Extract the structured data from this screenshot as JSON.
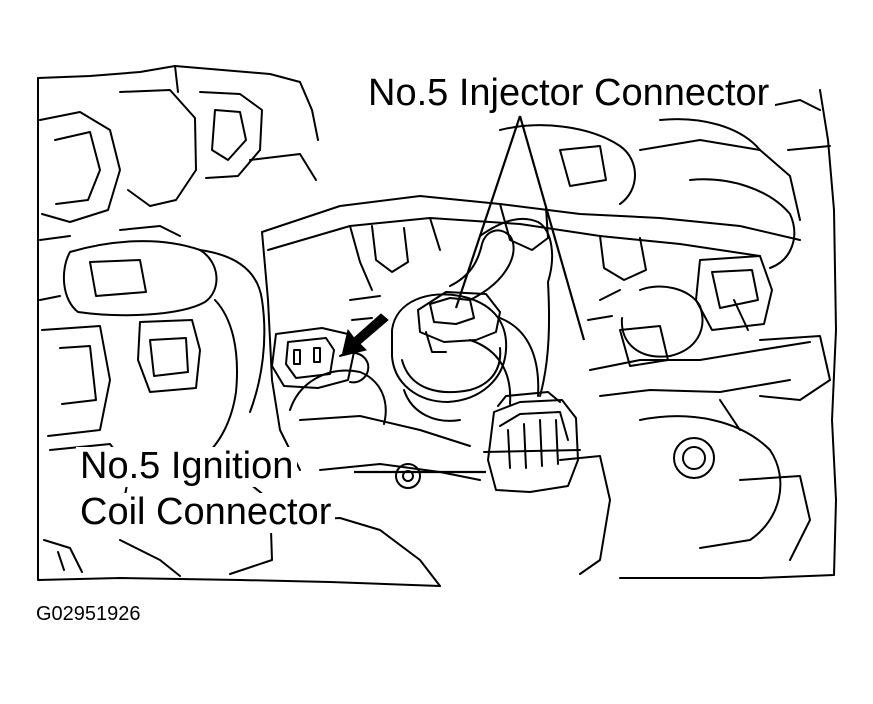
{
  "labels": {
    "injector_connector": "No.5 Injector Connector",
    "ignition_coil_line1": "No.5 Ignition",
    "ignition_coil_line2": "Coil Connector"
  },
  "figure_code": "G02951926",
  "colors": {
    "ink": "#000000",
    "paper": "#ffffff"
  }
}
